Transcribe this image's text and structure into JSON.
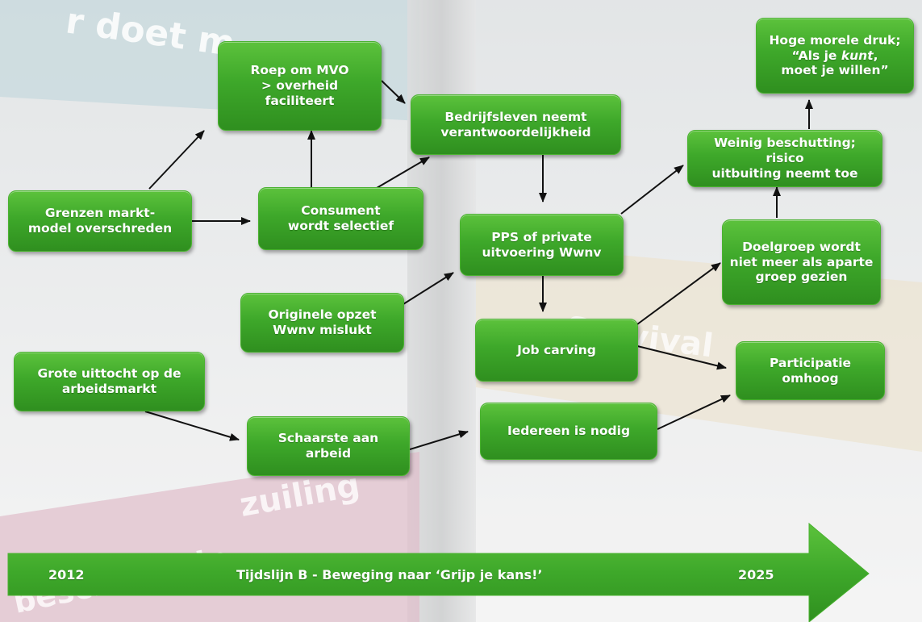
{
  "nodes": {
    "grenzen": "Grenzen markt-\nmodel overschreden",
    "roep": "Roep om MVO\n> overheid\nfaciliteert",
    "consument": "Consument\nwordt selectief",
    "bedrijfsleven": "Bedrijfsleven neemt\nverantwoordelijkheid",
    "pps": "PPS of private\nuitvoering Wwnv",
    "originele": "Originele opzet\nWwnv mislukt",
    "job": "Job carving",
    "grote": "Grote uittocht op de\narbeidsmarkt",
    "schaarste": "Schaarste aan\narbeid",
    "iedereen": "Iedereen is nodig",
    "weinig": "Weinig beschutting; risico\nuitbuiting neemt toe",
    "doelgroep": "Doelgroep wordt\nniet meer als aparte\ngroep gezien",
    "participatie": "Participatie\nomhoog",
    "hoge_line1": "Hoge morele druk;",
    "hoge_line2_a": "“Als je ",
    "hoge_line2_b": "kunt",
    "hoge_line2_c": ",",
    "hoge_line3": "moet je willen”"
  },
  "timeline": {
    "start_year": "2012",
    "title": "Tijdslijn B - Beweging naar ‘Grijp je kans!’",
    "end_year": "2025"
  },
  "background_signs": {
    "sign_top": "r doet m",
    "sign_right": "Survival",
    "sign_bottom_a": "zuiling",
    "sign_bottom_b": "beschulen in"
  },
  "colors": {
    "node_green": "#3ea82a",
    "arrow": "#111111",
    "timeline_green": "#3da82a"
  }
}
